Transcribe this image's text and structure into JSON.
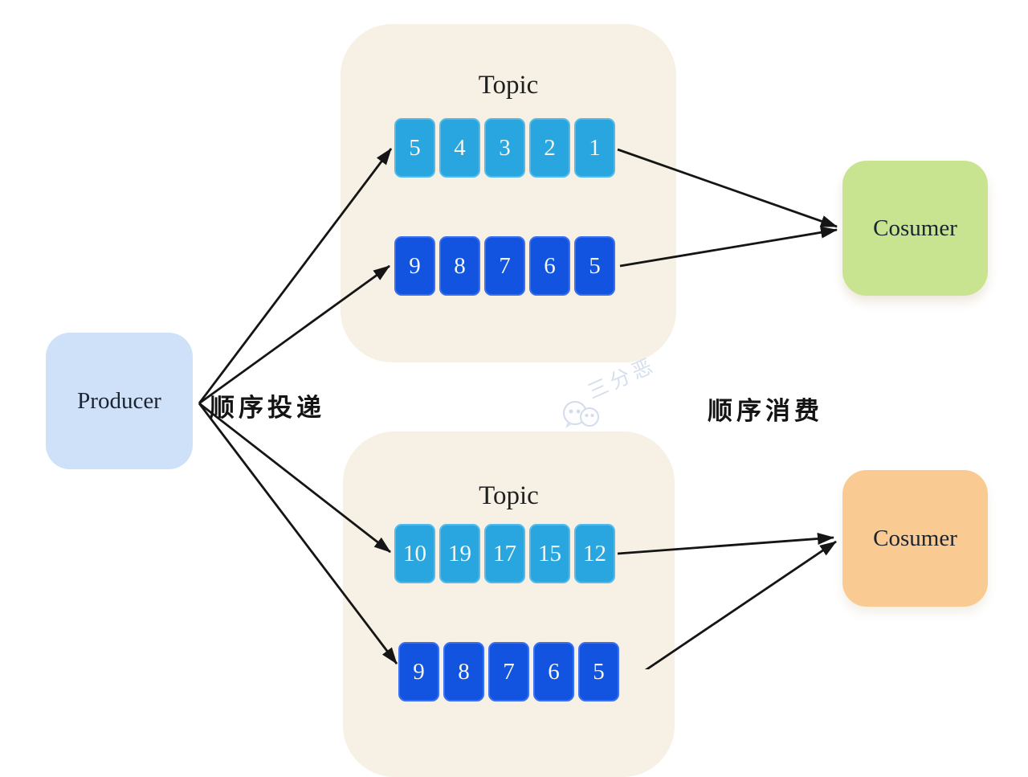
{
  "producer": {
    "label": "Producer"
  },
  "flow_labels": {
    "produce": "顺序投递",
    "consume": "顺序消费"
  },
  "topics": [
    {
      "title": "Topic",
      "queues": [
        {
          "style": "light-blue",
          "items": [
            "5",
            "4",
            "3",
            "2",
            "1"
          ]
        },
        {
          "style": "dark-blue",
          "items": [
            "9",
            "8",
            "7",
            "6",
            "5"
          ]
        }
      ]
    },
    {
      "title": "Topic",
      "queues": [
        {
          "style": "light-blue",
          "items": [
            "10",
            "19",
            "17",
            "15",
            "12"
          ]
        },
        {
          "style": "dark-blue",
          "items": [
            "9",
            "8",
            "7",
            "6",
            "5"
          ]
        }
      ]
    }
  ],
  "consumers": [
    {
      "label": "Cosumer",
      "color": "#c9e491"
    },
    {
      "label": "Cosumer",
      "color": "#f9ca92"
    }
  ],
  "watermark": {
    "label": "三分恶",
    "icon": "wechat-chat-bubbles"
  },
  "colors": {
    "producer_fill": "#cfe1f8",
    "topic_fill": "#f6f1e4",
    "queue_light": "#29a6e0",
    "queue_dark": "#1254e0",
    "consumer_green": "#c9e491",
    "consumer_orange": "#f9ca92",
    "arrow": "#151515",
    "watermark": "#d5dfee"
  }
}
